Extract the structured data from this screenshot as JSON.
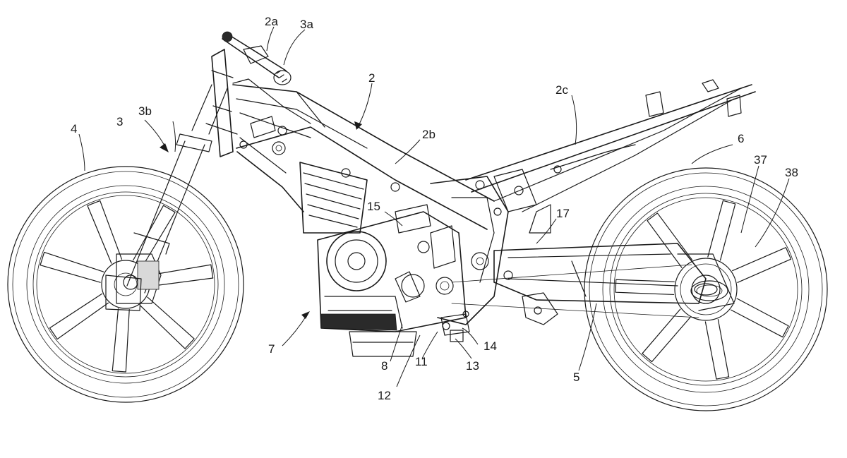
{
  "diagram": {
    "type": "patent-drawing",
    "subject": "motorcycle frame with engine and wheels",
    "labels": {
      "l2a": "2a",
      "l3a": "3a",
      "l2": "2",
      "l2b": "2b",
      "l2c": "2c",
      "l3": "3",
      "l3b": "3b",
      "l4": "4",
      "l5": "5",
      "l6": "6",
      "l7": "7",
      "l8": "8",
      "l11": "11",
      "l12": "12",
      "l13": "13",
      "l14": "14",
      "l15": "15",
      "l17": "17",
      "l37": "37",
      "l38": "38"
    }
  }
}
